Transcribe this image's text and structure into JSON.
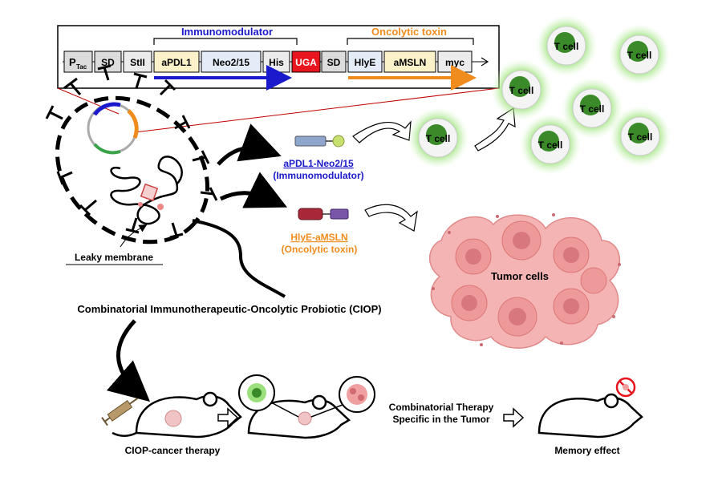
{
  "construct": {
    "immunomodulator_label": "Immunomodulator",
    "oncolytic_label": "Oncolytic toxin",
    "promoter_main": "P",
    "promoter_sub": "Tac",
    "parts": [
      "SD",
      "StII",
      "aPDL1",
      "Neo2/15",
      "His",
      "UGA",
      "SD",
      "HlyE",
      "aMSLN",
      "myc"
    ]
  },
  "products": {
    "immuno_name": "aPDL1-Neo2/15",
    "immuno_role": "(Immunomodulator)",
    "toxin_name": "HlyE-aMSLN",
    "toxin_role": "(Oncolytic toxin)"
  },
  "tcells": [
    "T cell",
    "T cell",
    "T cell",
    "T cell",
    "T cell",
    "T cell",
    "T cell"
  ],
  "tumor_label": "Tumor cells",
  "leaky_membrane": "Leaky membrane",
  "ciop_title": "Combinatorial Immunotherapeutic-Oncolytic Probiotic (CIOP)",
  "therapy": {
    "step1": "CIOP-cancer therapy",
    "step2_line1": "Combinatorial Therapy",
    "step2_line2": "Specific in the Tumor",
    "step3": "Memory effect"
  },
  "colors": {
    "immuno": "#1a1acc",
    "toxin": "#f08c1e",
    "uga": "#e8141e",
    "tcell_glow": "#7ed957",
    "tumor": "#f2a2a2"
  }
}
